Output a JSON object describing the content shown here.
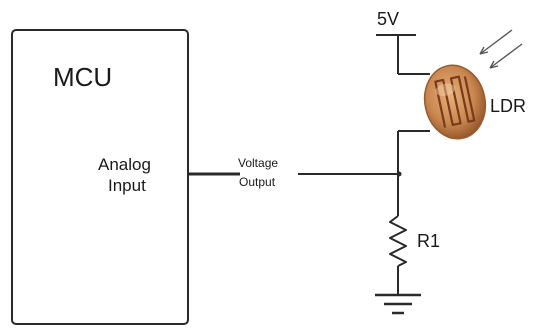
{
  "diagram": {
    "mcu_label": "MCU",
    "analog_input_line1": "Analog",
    "analog_input_line2": "Input",
    "voltage_output_line1": "Voltage",
    "voltage_output_line2": "Output",
    "supply_label": "5V",
    "ldr_label": "LDR",
    "resistor_label": "R1"
  },
  "colors": {
    "wire": "#2a2a2a",
    "ldr_body": "#c9864f",
    "ldr_track": "#7a3a1c",
    "ldr_rim": "#9a5a2e"
  }
}
